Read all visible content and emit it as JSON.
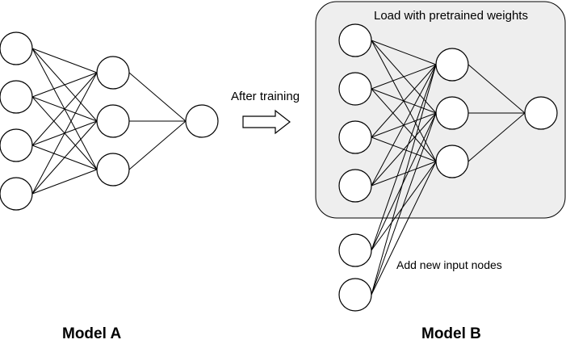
{
  "model_a": {
    "title": "Model A",
    "layers": [
      4,
      3,
      1
    ]
  },
  "transition": {
    "label": "After training",
    "icon": "right-arrow-icon"
  },
  "model_b": {
    "title": "Model B",
    "layers": [
      4,
      3,
      1
    ],
    "pretrained_label": "Load with pretrained weights",
    "new_inputs_count": 2,
    "new_inputs_label": "Add new input nodes"
  },
  "colors": {
    "pretrained_box_fill": "#eeeeee",
    "stroke": "#000000",
    "node_fill": "#ffffff"
  }
}
